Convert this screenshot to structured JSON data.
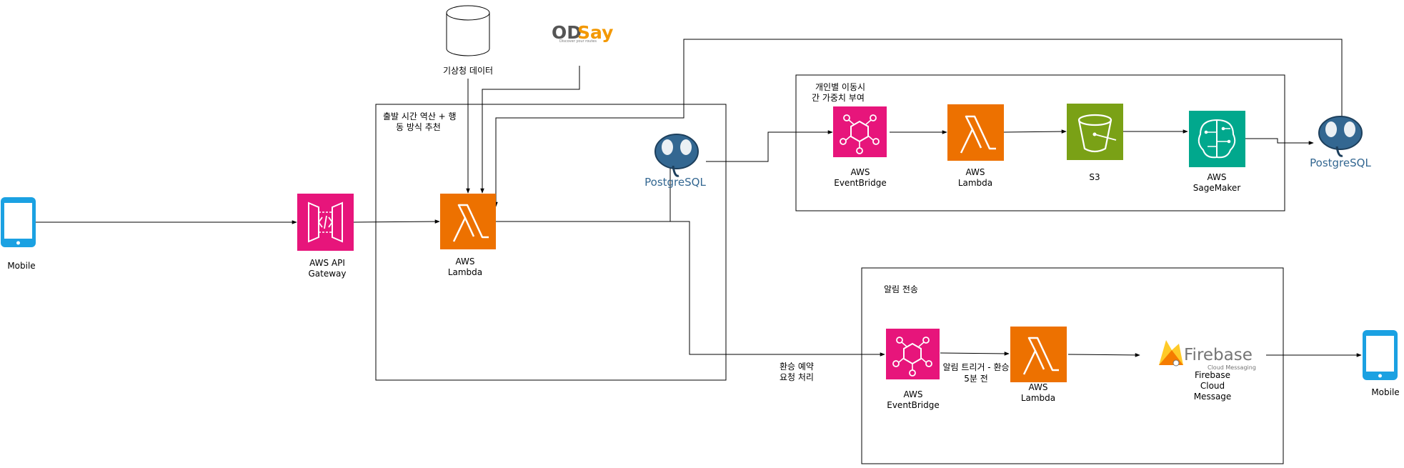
{
  "colors": {
    "lambda": "#ed7100",
    "eventbridge": "#e7157b",
    "api_gateway": "#e7157b",
    "s3": "#7aa116",
    "sagemaker": "#01a88d",
    "mobile": "#1ba1e2",
    "postgres": "#336791",
    "odsay_dark": "#555555",
    "odsay_orange": "#f39800",
    "firebase_yellow": "#ffca28",
    "firebase_orange": "#f57c00",
    "firebase_text": "#757575"
  },
  "groups": {
    "departure": {
      "label_line1": "출발 시간 역산 + 행",
      "label_line2": "동 방식 추천"
    },
    "personal": {
      "label_line1": "개인별 이동시",
      "label_line2": "간 가중치 부여"
    },
    "notify": {
      "label": "알림 전송"
    }
  },
  "nodes": {
    "mobile_left": {
      "label": "Mobile",
      "icon": "mobile-icon"
    },
    "api_gateway": {
      "line1": "AWS API",
      "line2": "Gateway",
      "icon": "api-gateway-icon"
    },
    "weather_db": {
      "label": "기상청 데이터",
      "icon": "database-icon"
    },
    "odsay": {
      "logo_text_od": "OD",
      "logo_text_say": "Say",
      "tagline": "Discover your routes",
      "icon": "odsay-logo"
    },
    "lambda_main": {
      "line1": "AWS",
      "line2": "Lambda",
      "icon": "lambda-icon"
    },
    "postgres_main": {
      "label": "PostgreSQL",
      "icon": "postgresql-icon"
    },
    "eventbridge_top": {
      "line1": "AWS",
      "line2": "EventBridge",
      "icon": "eventbridge-icon"
    },
    "lambda_top": {
      "line1": "AWS",
      "line2": "Lambda",
      "icon": "lambda-icon"
    },
    "s3": {
      "label": "S3",
      "icon": "s3-icon"
    },
    "sagemaker": {
      "line1": "AWS",
      "line2": "SageMaker",
      "icon": "sagemaker-icon"
    },
    "postgres_right": {
      "label": "PostgreSQL",
      "icon": "postgresql-icon"
    },
    "eventbridge_bottom": {
      "line1": "AWS",
      "line2": "EventBridge",
      "icon": "eventbridge-icon"
    },
    "lambda_bottom": {
      "line1": "AWS",
      "line2": "Lambda",
      "icon": "lambda-icon"
    },
    "firebase": {
      "logo_text": "Firebase",
      "logo_sub": "Cloud Messaging",
      "line1": "Firebase",
      "line2": "Cloud",
      "line3": "Message",
      "icon": "firebase-icon"
    },
    "mobile_right": {
      "label": "Mobile",
      "icon": "mobile-icon"
    }
  },
  "edge_labels": {
    "transfer_line1": "환승 예약",
    "transfer_line2": "요청 처리",
    "trigger_line1": "알림 트리거 - 환승",
    "trigger_line2": "5분 전"
  }
}
